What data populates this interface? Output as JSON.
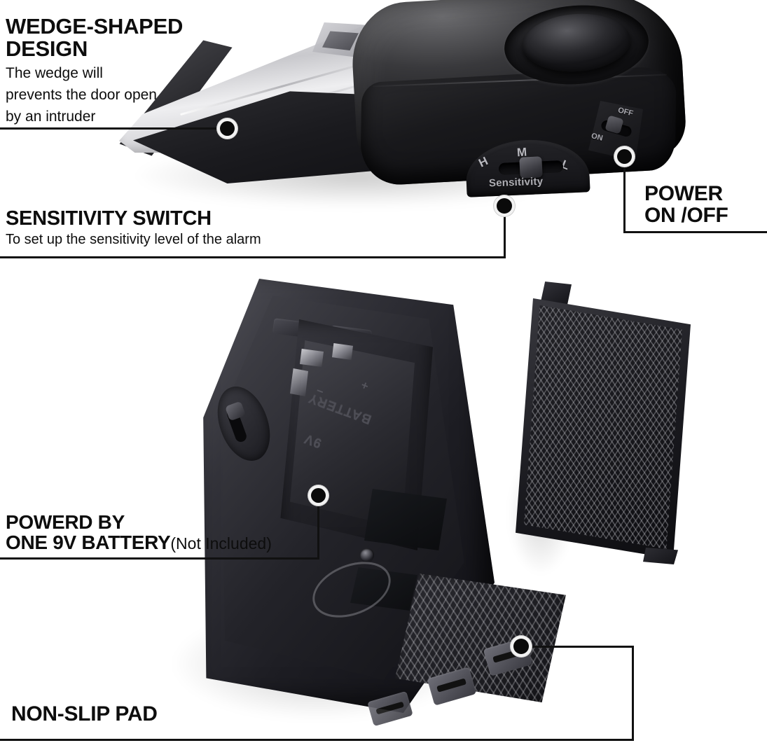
{
  "page": {
    "background": "#ffffff",
    "accent": "#111111",
    "product": "Wedge door stop alarm"
  },
  "callouts": [
    {
      "key": "wedge",
      "title_line1": "WEDGE-SHAPED",
      "title_line2": "DESIGN",
      "desc_line1": "The wedge  will",
      "desc_line2": "prevents the door open",
      "desc_line3": "by an intruder"
    },
    {
      "key": "sensitivity",
      "title": "SENSITIVITY SWITCH",
      "desc": "To set up the sensitivity level of the alarm"
    },
    {
      "key": "power",
      "title_line1": "POWER",
      "title_line2": "ON /OFF"
    },
    {
      "key": "battery",
      "title_line1": "POWERD BY",
      "title_line2": "ONE 9V BATTERY",
      "note": "(Not Included)"
    },
    {
      "key": "nonslip",
      "title": "NON-SLIP PAD"
    }
  ],
  "product_markings": {
    "sensitivity_levels": [
      "H",
      "M",
      "L"
    ],
    "sensitivity_word": "Sensitivity",
    "power_on": "ON",
    "power_off": "OFF",
    "battery_label": "BATTERY",
    "battery_voltage": "9V",
    "polarity_plus": "+",
    "polarity_minus": "−"
  }
}
